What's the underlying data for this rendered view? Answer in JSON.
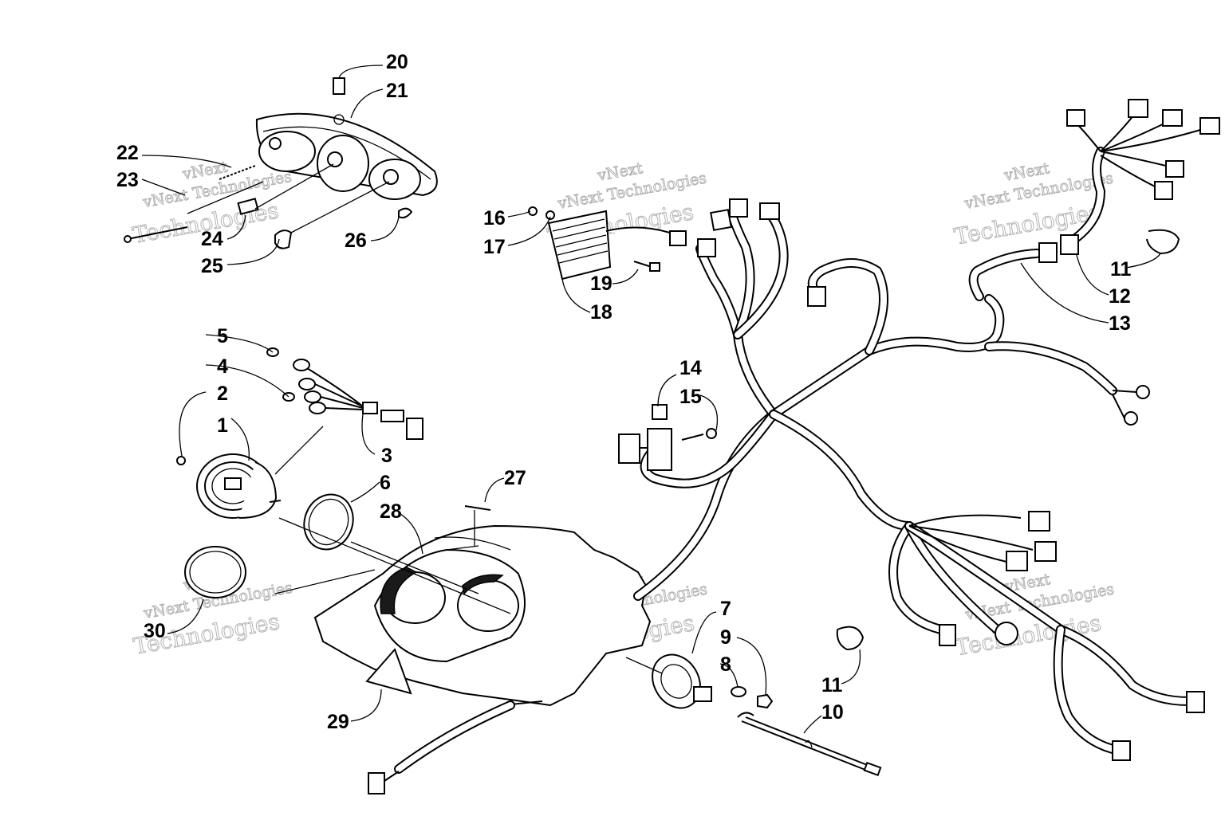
{
  "callouts": {
    "c1": "1",
    "c2": "2",
    "c3": "3",
    "c4": "4",
    "c5": "5",
    "c6": "6",
    "c7": "7",
    "c8": "8",
    "c9": "9",
    "c10": "10",
    "c11a": "11",
    "c11b": "11",
    "c12": "12",
    "c13": "13",
    "c14": "14",
    "c15": "15",
    "c16": "16",
    "c17": "17",
    "c18": "18",
    "c19": "19",
    "c20": "20",
    "c21": "21",
    "c22": "22",
    "c23": "23",
    "c24": "24",
    "c25": "25",
    "c26": "26",
    "c27": "27",
    "c28": "28",
    "c29": "29",
    "c30": "30"
  },
  "watermark": {
    "brand": "vNext",
    "company": "vNext Technologies",
    "word": "Technologies"
  },
  "colors": {
    "line": "#000000",
    "background": "#ffffff",
    "watermark": "#b4b4b4"
  }
}
